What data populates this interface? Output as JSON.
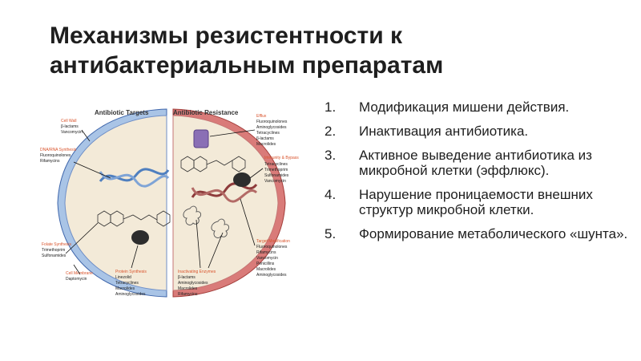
{
  "slide": {
    "title_line1": "Механизмы резистентности к",
    "title_line2": "антибактериальным препаратам"
  },
  "list": [
    {
      "num": "1.",
      "text": "Модификация мишени действия."
    },
    {
      "num": "2.",
      "text": "Инактивация антибиотика."
    },
    {
      "num": "3.",
      "text": "Активное выведение антибиотика из микробной клетки (эффлюкс)."
    },
    {
      "num": "4.",
      "text": "Нарушение проницаемости внешних структур микробной клетки."
    },
    {
      "num": "5.",
      "text": "Формирование метаболического «шунта»."
    }
  ],
  "figure": {
    "left_header": "Antibiotic Targets",
    "right_header": "Antibiotic Resistance",
    "left": {
      "cell_wall": {
        "title": "Cell Wall",
        "items": [
          "β-lactams",
          "Vancomycin"
        ]
      },
      "dna_rna": {
        "title": "DNA/RNA Synthesis",
        "items": [
          "Fluoroquinolones",
          "Rifamycins"
        ]
      },
      "folate": {
        "title": "Folate Synthesis",
        "items": [
          "Trimethoprim",
          "Sulfonamides"
        ]
      },
      "membrane": {
        "title": "Cell Membrane",
        "items": [
          "Daptomycin"
        ]
      },
      "protein": {
        "title": "Protein Synthesis",
        "items": [
          "Linezolid",
          "Tetracyclines",
          "Macrolides",
          "Aminoglycosides"
        ]
      }
    },
    "right": {
      "efflux": {
        "title": "Efflux",
        "items": [
          "Fluoroquinolones",
          "Aminoglycosides",
          "Tetracyclines",
          "β-lactams",
          "Macrolides"
        ]
      },
      "immunity": {
        "title": "Immunity & Bypass",
        "items": [
          "Tetracyclines",
          "Trimethoprim",
          "Sulfonamides",
          "Vancomycin"
        ]
      },
      "target_mod": {
        "title": "Target Modification",
        "items": [
          "Fluoroquinolones",
          "Rifamycins",
          "Vancomycin",
          "Penicillins",
          "Macrolides",
          "Aminoglycosides"
        ]
      },
      "inactivating": {
        "title": "Inactivating Enzymes",
        "items": [
          "β-lactams",
          "Aminoglycosides",
          "Macrolides",
          "Rifamycins"
        ]
      }
    },
    "colors": {
      "accent": "#d9532b",
      "blue_wall": "#4a6fb4",
      "red_wall": "#c0504d",
      "cell_fill": "#f3ead8",
      "dna_blue": "#5b8ac6",
      "dna_red": "#8e3b3b"
    }
  }
}
